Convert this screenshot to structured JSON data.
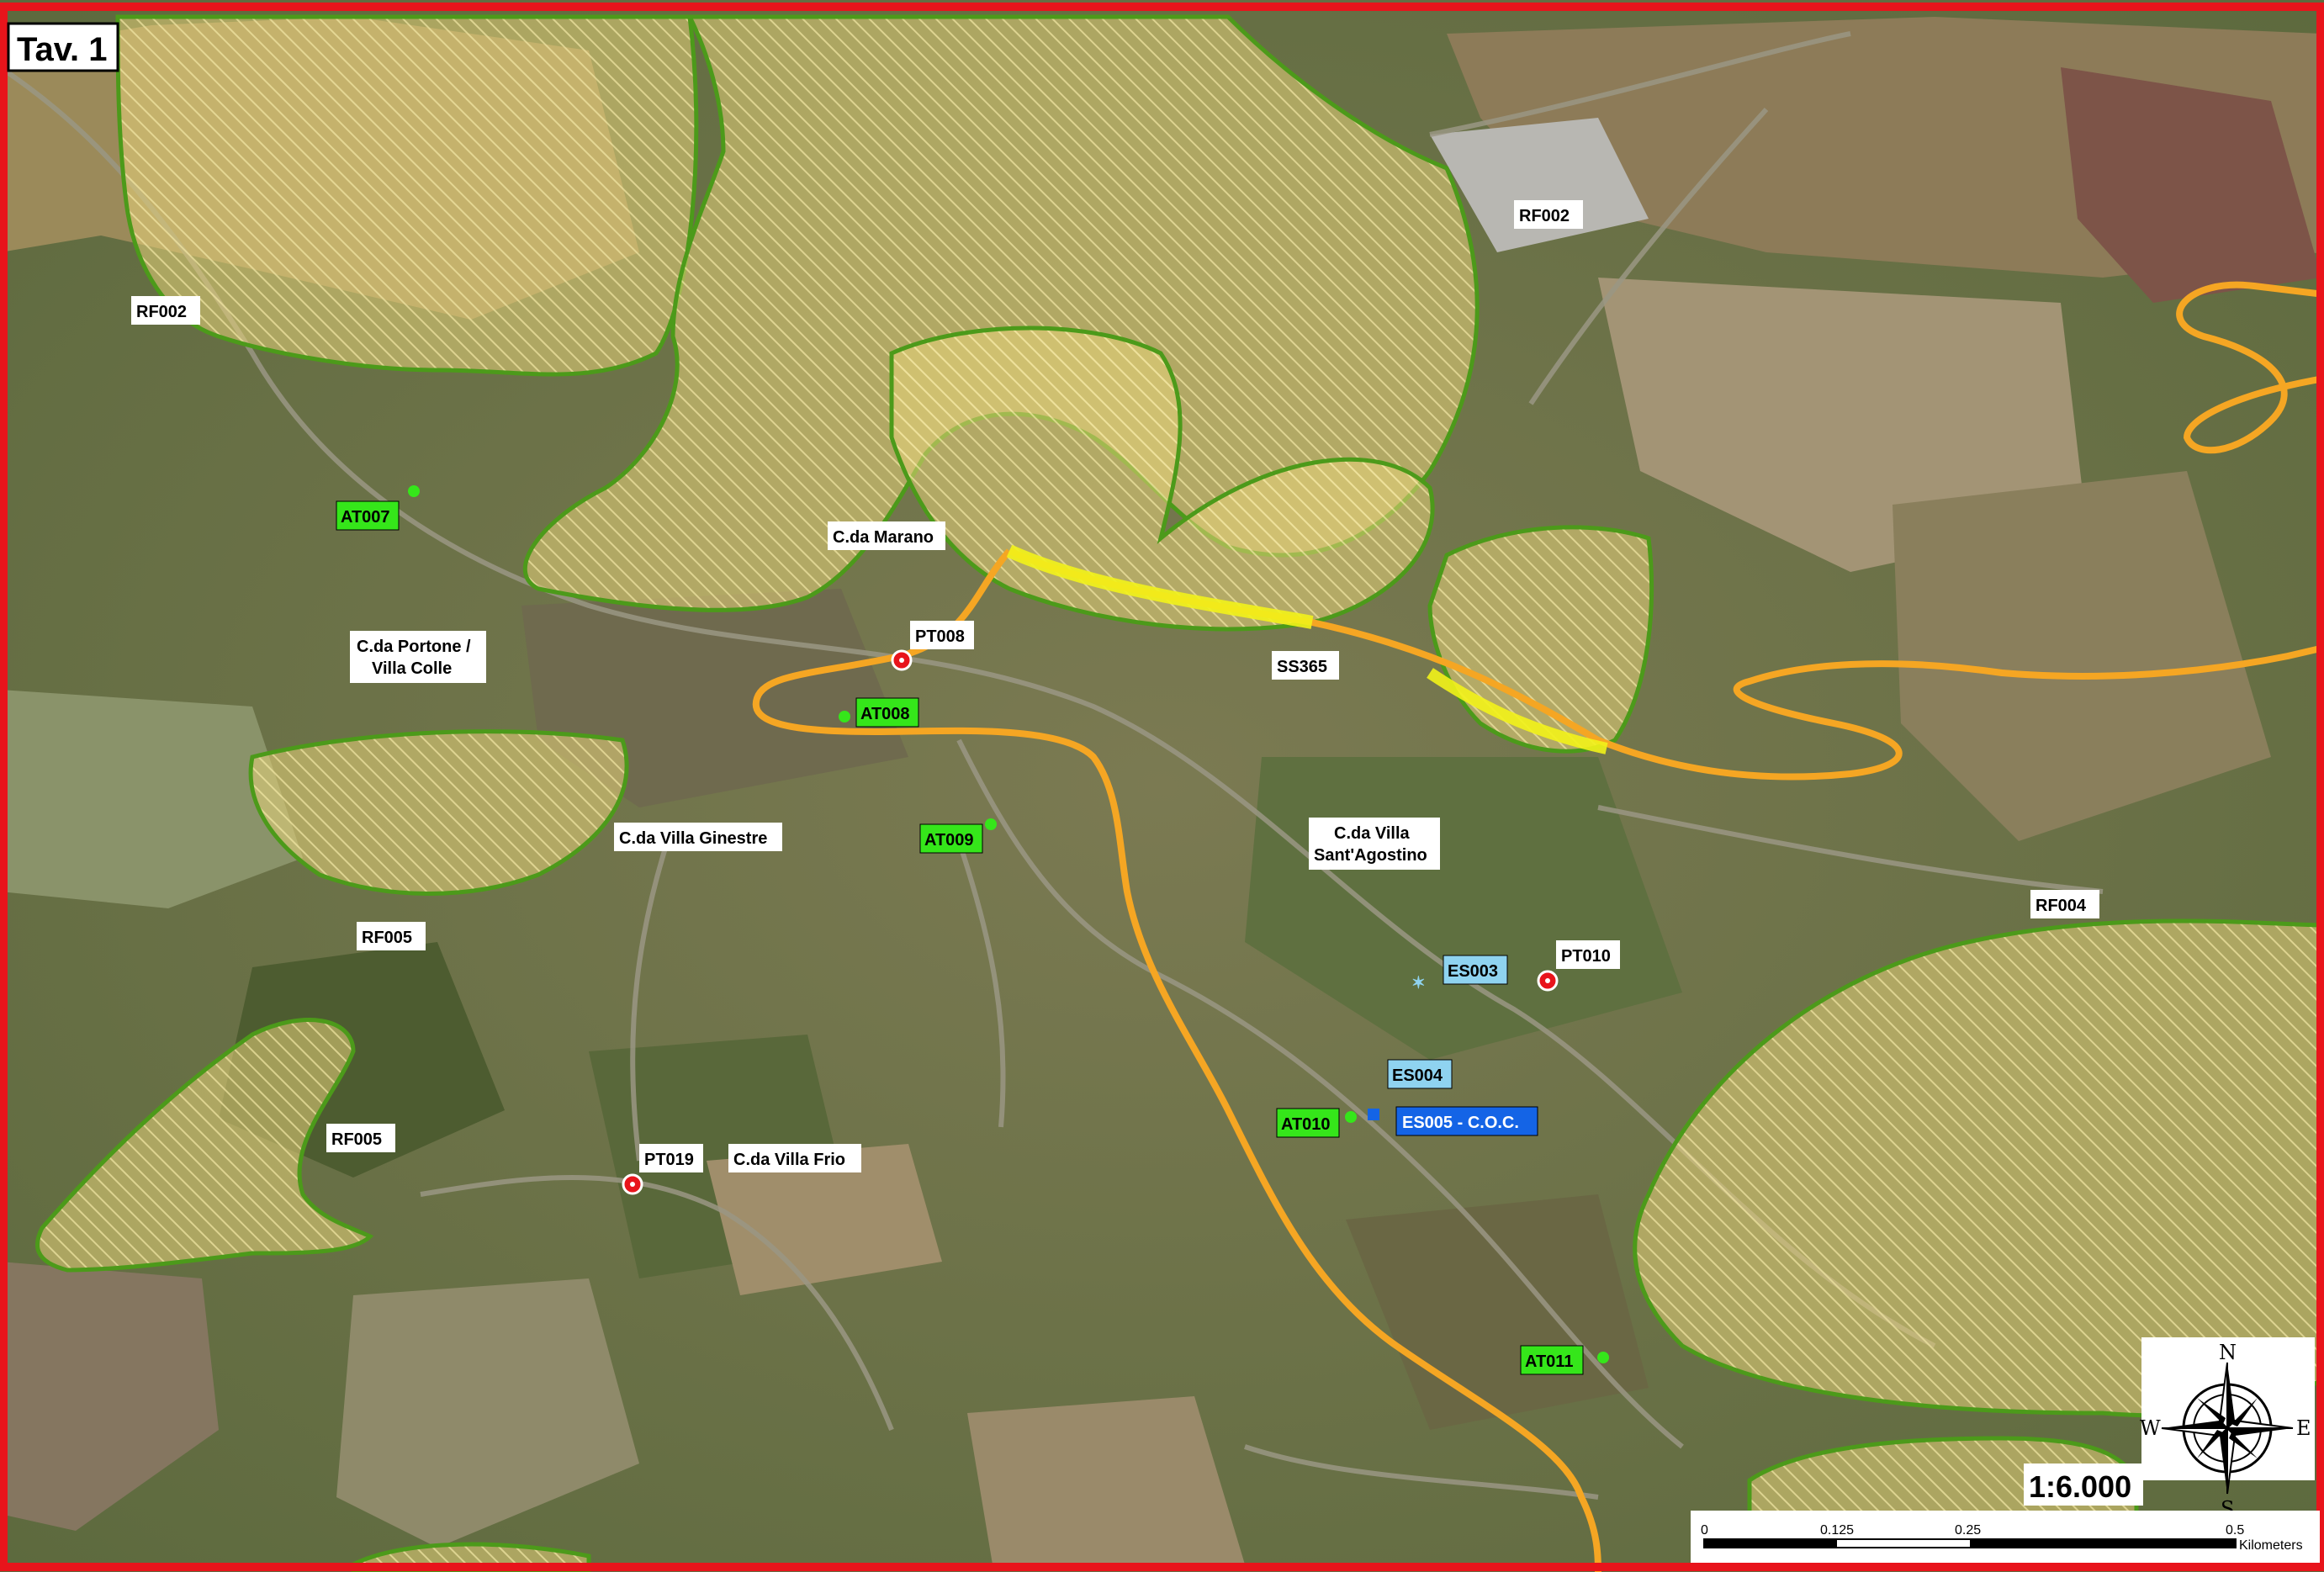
{
  "title": "Tav. 1",
  "colors": {
    "frame": "#e8141b",
    "risk_zone_stroke": "#4c9a1a",
    "risk_zone_fill": "#e6d27a",
    "road_ss365": "#f5a623",
    "road_overlay": "#f2f21a",
    "attesa_area": "#35e61a",
    "ricovero_area": "#8fd3f0",
    "coc": "#1464e6",
    "presidio": "#e8141b"
  },
  "labels": {
    "rf002_a": "RF002",
    "rf002_b": "RF002",
    "rf004": "RF004",
    "rf005_a": "RF005",
    "rf005_b": "RF005",
    "marano": "C.da Marano",
    "portone_1": "C.da Portone /",
    "portone_2": "Villa Colle",
    "ginestre": "C.da Villa Ginestre",
    "agostino_1": "C.da Villa",
    "agostino_2": "Sant'Agostino",
    "frio": "C.da Villa Frio",
    "ss365": "SS365"
  },
  "points": {
    "at007": "AT007",
    "at008": "AT008",
    "at009": "AT009",
    "at010": "AT010",
    "at011": "AT011",
    "pt008": "PT008",
    "pt010": "PT010",
    "pt019": "PT019",
    "es003": "ES003",
    "es004": "ES004",
    "es005": "ES005 - C.O.C."
  },
  "scale": {
    "ratio": "1:6.000",
    "ticks": [
      "0",
      "0.125",
      "0.25",
      "0.5"
    ],
    "unit": "Kilometers"
  },
  "compass": {
    "n": "N",
    "s": "S",
    "e": "E",
    "w": "W"
  }
}
